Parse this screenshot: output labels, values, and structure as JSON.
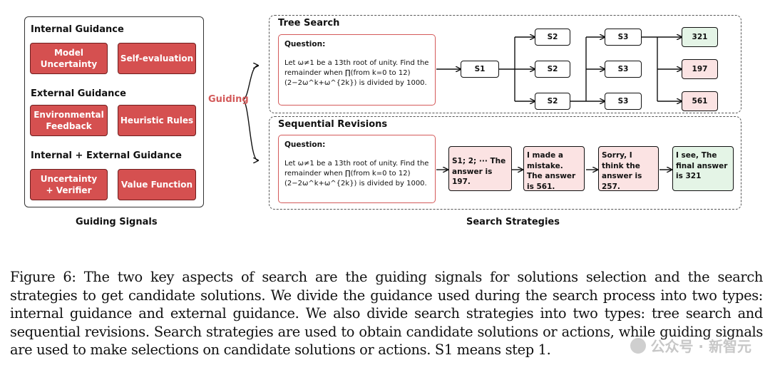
{
  "guiding_signals": {
    "internal_title": "Internal Guidance",
    "internal_items": [
      "Model\nUncertainty",
      "Self-evaluation"
    ],
    "external_title": "External Guidance",
    "external_items": [
      "Environmental\nFeedback",
      "Heuristic Rules"
    ],
    "combined_title": "Internal + External Guidance",
    "combined_items": [
      "Uncertainty\n+ Verifier",
      "Value Function"
    ],
    "caption": "Guiding Signals"
  },
  "guiding_label": "Guiding",
  "tree_search": {
    "title": "Tree Search",
    "question_title": "Question:",
    "question_text": "Let ω≠1 be a 13th root of unity. Find the\nremainder when ∏(from k=0 to 12)\n(2−2ω^k+ω^{2k}) is divided by 1000.",
    "s1": "S1",
    "s2": [
      "S2",
      "S2",
      "S2"
    ],
    "s3": [
      "S3",
      "S3",
      "S3"
    ],
    "answers": [
      "321",
      "197",
      "561"
    ],
    "answer_colors": [
      "#e4f4e6",
      "#fbe3e3",
      "#fbe3e3"
    ]
  },
  "sequential_revisions": {
    "title": "Sequential Revisions",
    "question_title": "Question:",
    "question_text": "Let ω≠1 be a 13th root of unity. Find the\nremainder when ∏(from k=0 to 12)\n(2−2ω^k+ω^{2k}) is divided by 1000.",
    "steps": [
      "S1; 2; ··· The answer is 197.",
      "I made a mistake. The answer is 561.",
      "Sorry, I think the answer is 257.",
      "I see, The final answer is 321"
    ],
    "step_colors": [
      "#fbe3e3",
      "#fbe3e3",
      "#fbe3e3",
      "#e4f4e6"
    ]
  },
  "search_caption": "Search Strategies",
  "figure_caption": "Figure 6: The two key aspects of search are the guiding signals for solutions selection and the search strategies to get candidate solutions. We divide the guidance used during the search process into two types: internal guidance and external guidance. We also divide search strategies into two types: tree search and sequential revisions. Search strategies are used to obtain candidate solutions or actions, while guiding signals are used to make selections on candidate solutions or actions. S1 means step 1.",
  "watermark": "公众号 · 新智元"
}
